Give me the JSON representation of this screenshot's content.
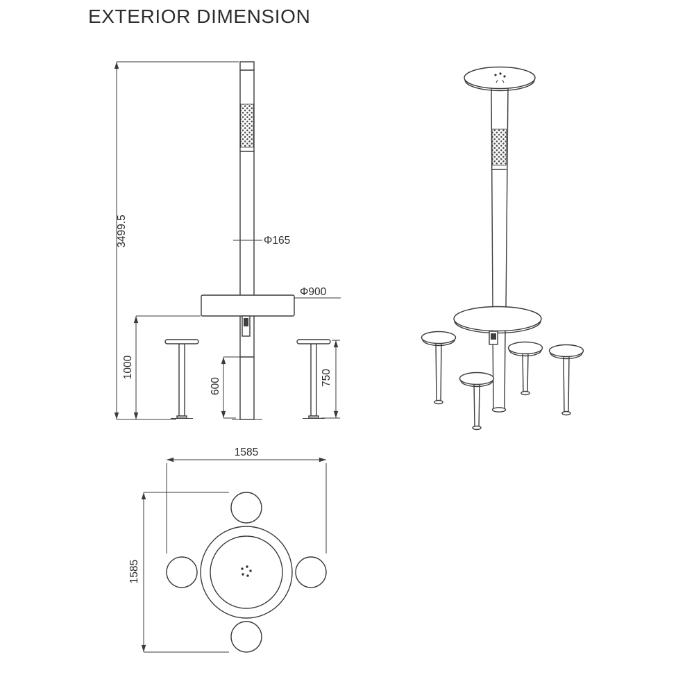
{
  "title": "EXTERIOR DIMENSION",
  "colors": {
    "line": "#3a3a3a",
    "background": "#ffffff"
  },
  "views": {
    "front": {
      "overall_height": "3499.5",
      "pole_diameter": "Φ165",
      "table_diameter": "Φ900",
      "table_height": "1000",
      "mid_height": "600",
      "stool_height": "750"
    },
    "plan": {
      "overall_width": "1585",
      "overall_depth": "1585"
    }
  }
}
